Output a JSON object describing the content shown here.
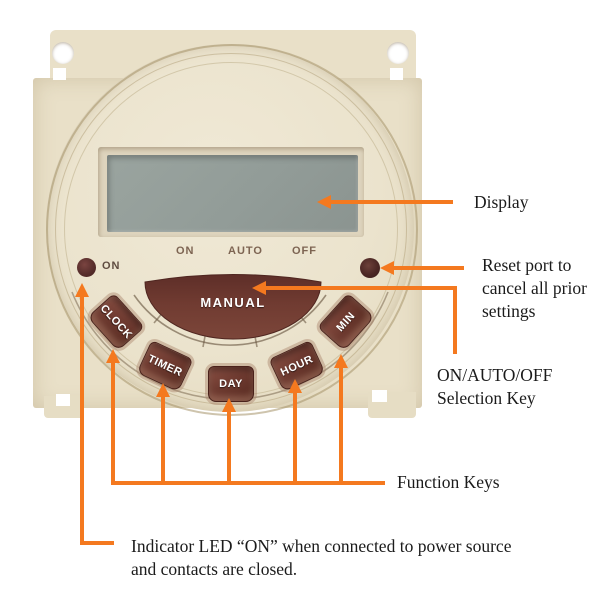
{
  "device": {
    "mode_labels": [
      "ON",
      "AUTO",
      "OFF"
    ],
    "led_label": "ON",
    "manual_label": "MANUAL",
    "function_keys": [
      "CLOCK",
      "TIMER",
      "DAY",
      "HOUR",
      "MIN"
    ]
  },
  "annotations": {
    "display": "Display",
    "reset": "Reset port to\ncancel all prior\nsettings",
    "selection": "ON/AUTO/OFF\nSelection Key",
    "function_keys": "Function Keys",
    "indicator": "Indicator LED “ON” when connected to power source\nand contacts are closed."
  },
  "colors": {
    "accent_orange": "#f4791f",
    "body_cream": "#e9e0c8",
    "button_brown": "#6b3a31",
    "lcd_gray": "#929c98",
    "annotation_text": "#1b1b1b"
  }
}
